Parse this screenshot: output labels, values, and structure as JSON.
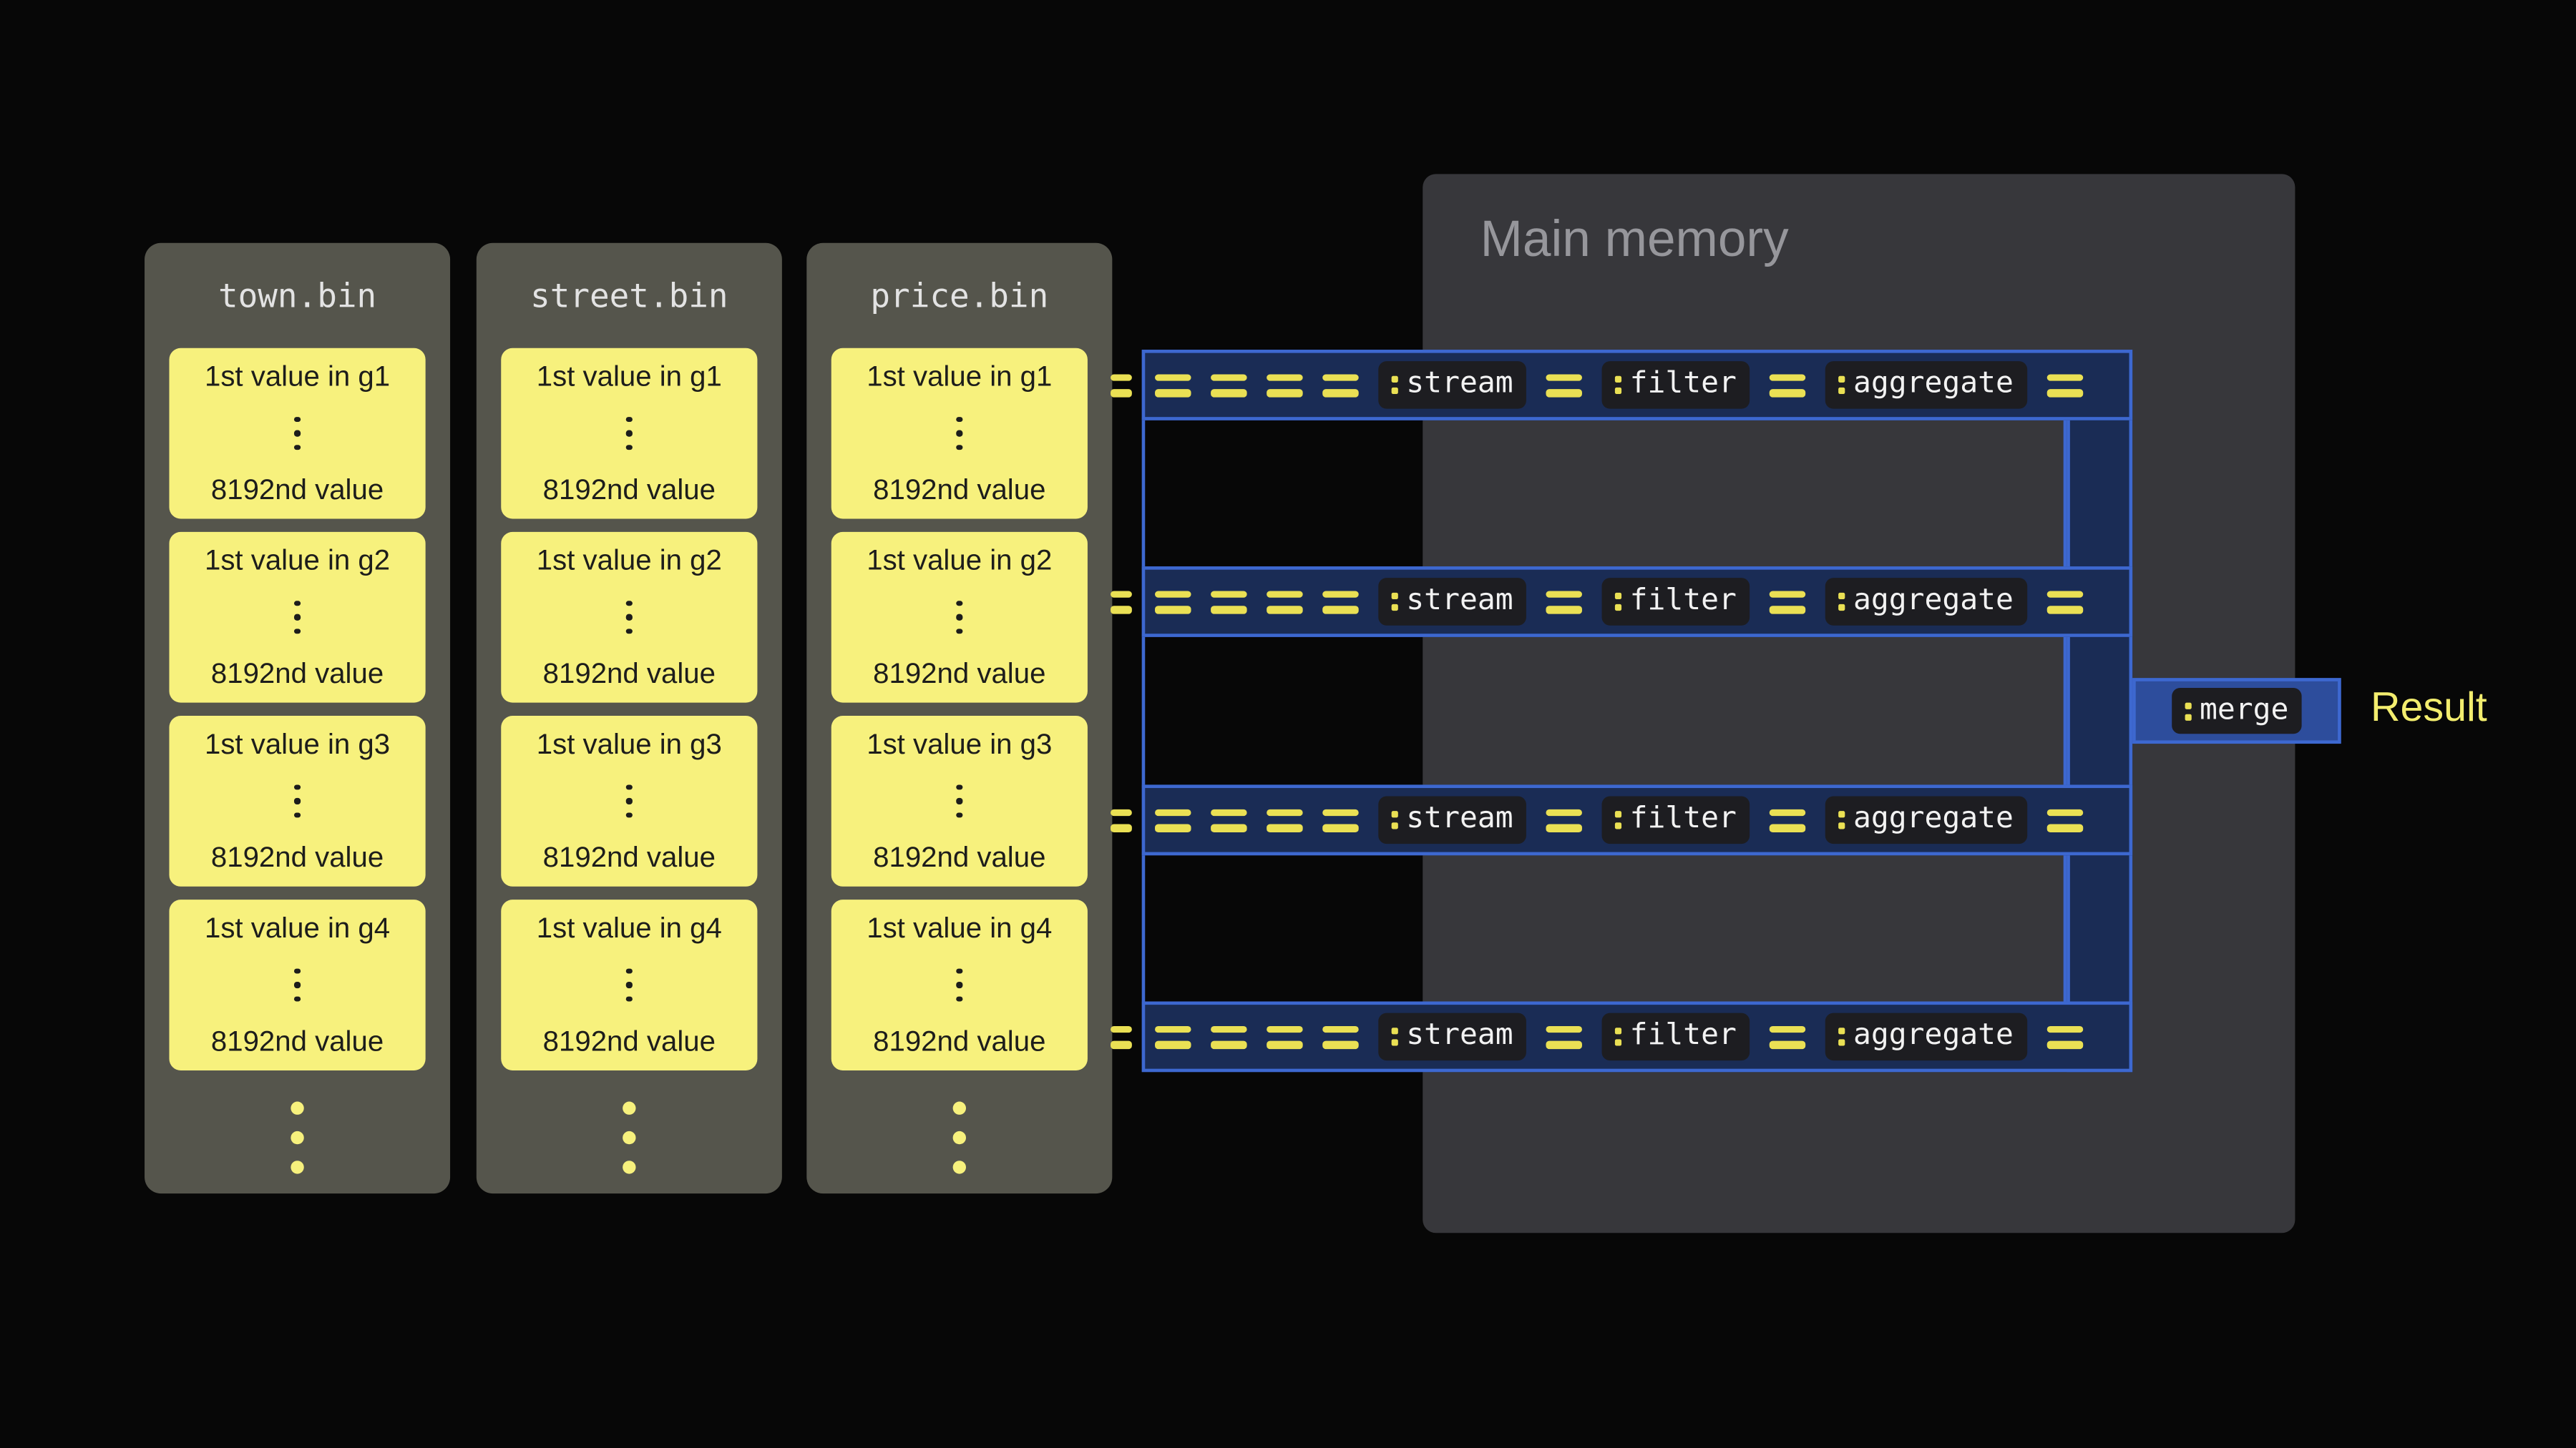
{
  "background": "#070707",
  "files": [
    {
      "name": "town.bin",
      "groups": [
        {
          "first": "1st value in g1",
          "last": "8192nd value"
        },
        {
          "first": "1st value in g2",
          "last": "8192nd value"
        },
        {
          "first": "1st value in g3",
          "last": "8192nd value"
        },
        {
          "first": "1st value in g4",
          "last": "8192nd value"
        }
      ]
    },
    {
      "name": "street.bin",
      "groups": [
        {
          "first": "1st value in g1",
          "last": "8192nd value"
        },
        {
          "first": "1st value in g2",
          "last": "8192nd value"
        },
        {
          "first": "1st value in g3",
          "last": "8192nd value"
        },
        {
          "first": "1st value in g4",
          "last": "8192nd value"
        }
      ]
    },
    {
      "name": "price.bin",
      "groups": [
        {
          "first": "1st value in g1",
          "last": "8192nd value"
        },
        {
          "first": "1st value in g2",
          "last": "8192nd value"
        },
        {
          "first": "1st value in g3",
          "last": "8192nd value"
        },
        {
          "first": "1st value in g4",
          "last": "8192nd value"
        }
      ]
    }
  ],
  "memory": {
    "title": "Main memory"
  },
  "streams": {
    "count": 4,
    "stages": [
      "stream",
      "filter",
      "aggregate"
    ]
  },
  "merge": {
    "label": "merge"
  },
  "result": {
    "label": "Result"
  },
  "colors": {
    "background": "#070707",
    "file_box": "#55554c",
    "file_title": "#e3e3e3",
    "group_fill": "#f7f17d",
    "group_text": "#1d1d1b",
    "memory_fill": "#37373b",
    "memory_title": "#96969b",
    "pipe_fill": "#1a2c55",
    "pipe_border": "#3d68d0",
    "equals": "#eae054",
    "badge_fill": "#1d1d21",
    "badge_text": "#f2f2f2",
    "merge_fill": "#2d4d9c",
    "result_text": "#f3ed6e"
  }
}
